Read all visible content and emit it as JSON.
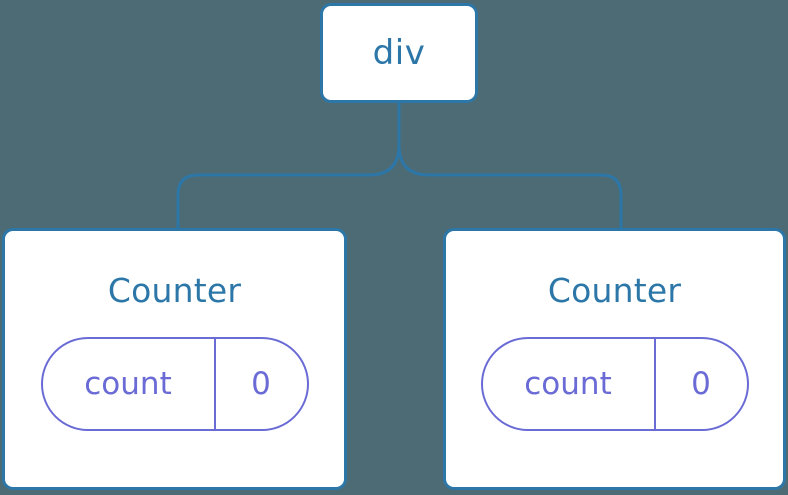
{
  "diagram": {
    "type": "component-tree",
    "background_color": "#4d6b74",
    "node_border_color": "#2c77a8",
    "node_text_color": "#2c77a8",
    "pill_color": "#6b6bd6",
    "connector_color": "#2c77a8",
    "root": {
      "label": "div"
    },
    "children": [
      {
        "title": "Counter",
        "state": {
          "key": "count",
          "value": "0"
        }
      },
      {
        "title": "Counter",
        "state": {
          "key": "count",
          "value": "0"
        }
      }
    ]
  }
}
